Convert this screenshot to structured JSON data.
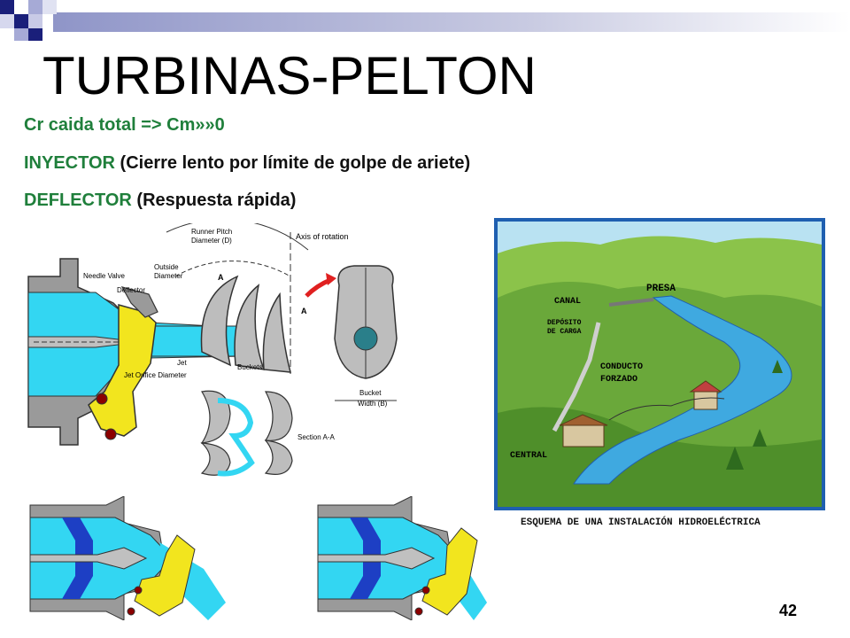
{
  "slide": {
    "title": "TURBINAS-PELTON",
    "page_number": "42"
  },
  "bullets": [
    {
      "keyword": "Cr caida total => Cm»»0",
      "rest": ""
    },
    {
      "keyword": "INYECTOR",
      "rest": " (Cierre lento por límite de golpe de ariete)"
    },
    {
      "keyword": "DEFLECTOR",
      "rest": " (Respuesta rápida)"
    }
  ],
  "pelton_diagram": {
    "runner_pitch": "Runner Pitch",
    "runner_pitch_2": "Diameter (D)",
    "axis_of_rotation": "Axis of rotation",
    "outside": "Outside",
    "outside_2": "Diameter",
    "needle_valve": "Needle Valve",
    "deflector": "Deflector",
    "label_a": "A",
    "label_a2": "A",
    "jet": "Jet",
    "buckets": "Buckets",
    "jet_orifice": "Jet Orifice Diameter",
    "bucket_width": "Bucket",
    "bucket_width_2": "Width (B)",
    "section": "Section A-A"
  },
  "hydro_scheme": {
    "presa": "PRESA",
    "canal": "CANAL",
    "deposito": "DEPÓSITO",
    "deposito_2": "DE CARGA",
    "conducto": "CONDUCTO",
    "forzado": "FORZADO",
    "central": "CENTRAL",
    "caption": "ESQUEMA DE UNA INSTALACIÓN HIDROELÉCTRICA"
  },
  "colors": {
    "keyword_green": "#1f7f3b",
    "water_cyan": "#33d6f2",
    "deflector_yellow": "#f2e51e",
    "needle_blue": "#1d3fc4",
    "corner_navy": "#1a1f7a"
  }
}
